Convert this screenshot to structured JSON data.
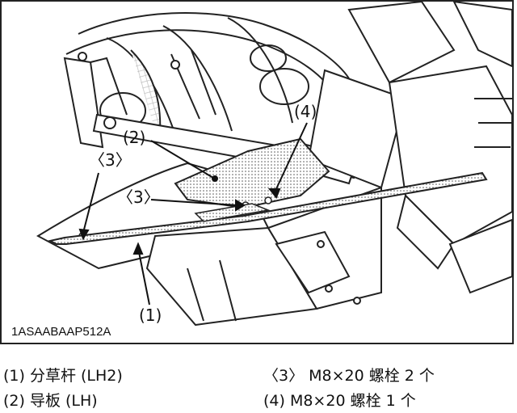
{
  "figure": {
    "code": "1ASAABAAP512A",
    "callouts": {
      "c1": "(1)",
      "c2": "(2)",
      "c3_left": "〈3〉",
      "c3_mid": "〈3〉",
      "c4": "(4)"
    }
  },
  "legend": [
    {
      "id": "item-1",
      "text": "(1) 分草杆 (LH2)"
    },
    {
      "id": "item-2",
      "text": "(2) 导板 (LH)"
    },
    {
      "id": "item-3",
      "text": "〈3〉 M8×20 螺栓 2 个"
    },
    {
      "id": "item-4",
      "text": "(4) M8×20 螺栓 1 个"
    }
  ]
}
